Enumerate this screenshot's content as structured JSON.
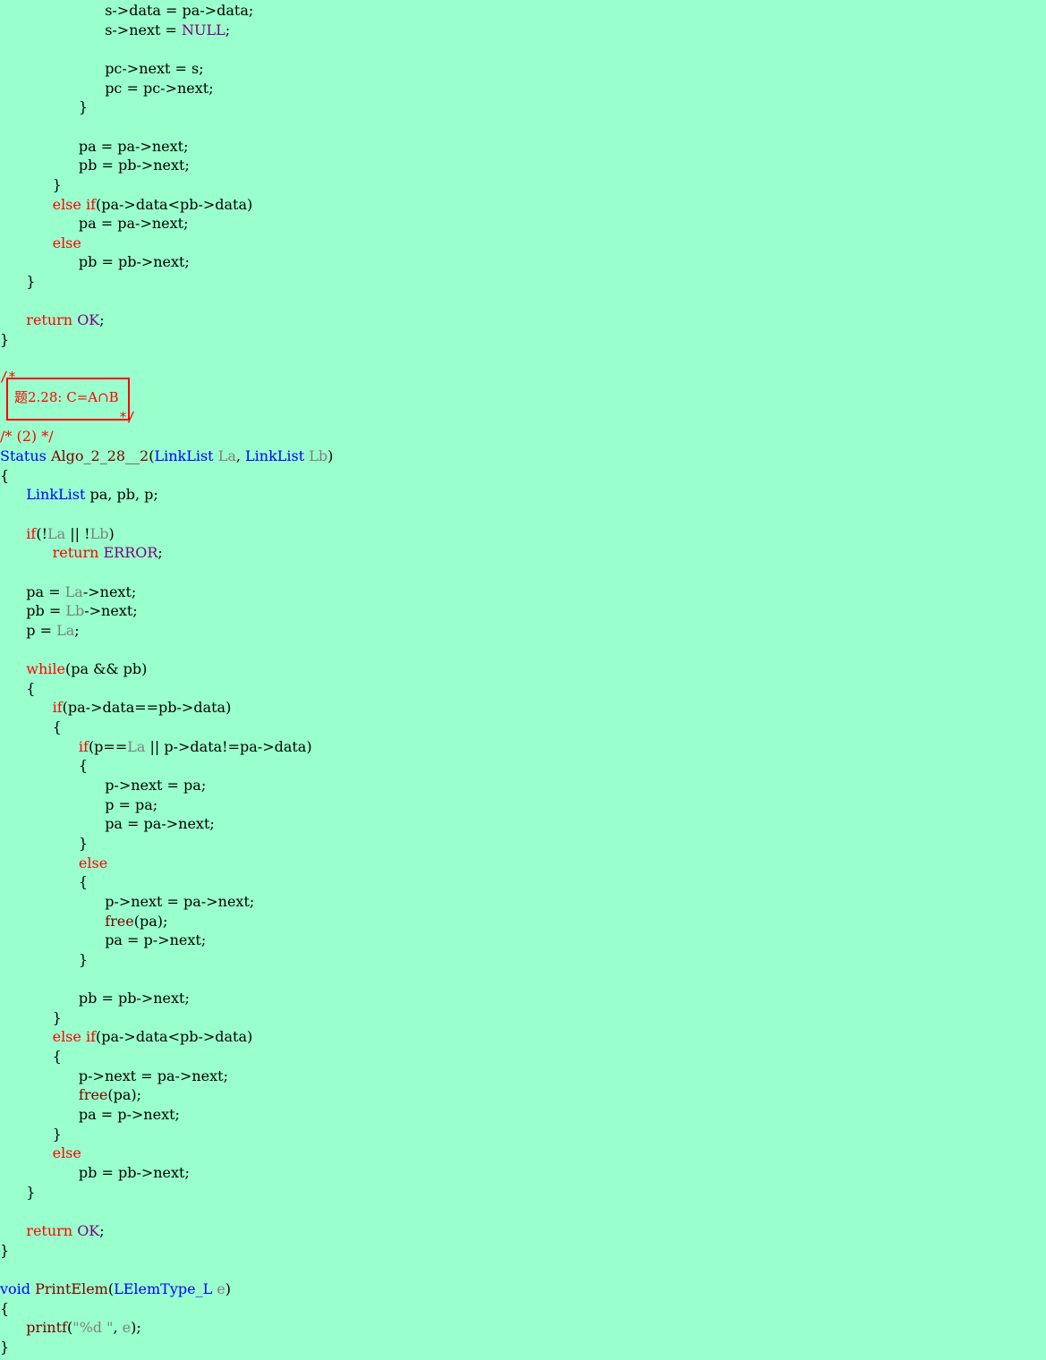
{
  "editor": {
    "background": "#99ffcc",
    "colors": {
      "keyword": "#ff0000",
      "type": "#0000ff",
      "constant": "#800080",
      "parameter": "#808080",
      "comment": "#ff0000"
    },
    "box_comment": {
      "start": "/*",
      "end": "*/",
      "text": "题2.28: C=A∩B"
    },
    "lines": [
      {
        "i": 0,
        "indent": 4,
        "t": [
          [
            "id",
            "s->data = pa->data;"
          ]
        ]
      },
      {
        "i": 1,
        "indent": 4,
        "t": [
          [
            "id",
            "s->next = "
          ],
          [
            "const",
            "NULL"
          ],
          [
            "id",
            ";"
          ]
        ]
      },
      {
        "i": 3,
        "indent": 4,
        "t": [
          [
            "id",
            "pc->next = s;"
          ]
        ]
      },
      {
        "i": 4,
        "indent": 4,
        "t": [
          [
            "id",
            "pc = pc->next;"
          ]
        ]
      },
      {
        "i": 5,
        "indent": 3,
        "t": [
          [
            "id",
            "}"
          ]
        ]
      },
      {
        "i": 7,
        "indent": 3,
        "t": [
          [
            "id",
            "pa = pa->next;"
          ]
        ]
      },
      {
        "i": 8,
        "indent": 3,
        "t": [
          [
            "id",
            "pb = pb->next;"
          ]
        ]
      },
      {
        "i": 9,
        "indent": 2,
        "t": [
          [
            "id",
            "}"
          ]
        ]
      },
      {
        "i": 10,
        "indent": 2,
        "t": [
          [
            "kw",
            "else if"
          ],
          [
            "id",
            "(pa->data<pb->data)"
          ]
        ]
      },
      {
        "i": 11,
        "indent": 3,
        "t": [
          [
            "id",
            "pa = pa->next;"
          ]
        ]
      },
      {
        "i": 12,
        "indent": 2,
        "t": [
          [
            "kw",
            "else"
          ]
        ]
      },
      {
        "i": 13,
        "indent": 3,
        "t": [
          [
            "id",
            "pb = pb->next;"
          ]
        ]
      },
      {
        "i": 14,
        "indent": 1,
        "t": [
          [
            "id",
            "}"
          ]
        ]
      },
      {
        "i": 16,
        "indent": 1,
        "t": [
          [
            "kw",
            "return "
          ],
          [
            "const",
            "OK"
          ],
          [
            "id",
            ";"
          ]
        ]
      },
      {
        "i": 17,
        "indent": 0,
        "t": [
          [
            "id",
            "}"
          ]
        ]
      },
      {
        "i": 22,
        "indent": 0,
        "t": [
          [
            "cmt",
            "/* (2) */"
          ]
        ]
      },
      {
        "i": 23,
        "indent": 0,
        "t": [
          [
            "type",
            "Status "
          ],
          [
            "fn",
            "Algo_2_28__2"
          ],
          [
            "id",
            "("
          ],
          [
            "type",
            "LinkList "
          ],
          [
            "param",
            "La"
          ],
          [
            "id",
            ", "
          ],
          [
            "type",
            "LinkList "
          ],
          [
            "param",
            "Lb"
          ],
          [
            "id",
            ")"
          ]
        ]
      },
      {
        "i": 24,
        "indent": 0,
        "t": [
          [
            "id",
            "{"
          ]
        ]
      },
      {
        "i": 25,
        "indent": 1,
        "t": [
          [
            "type",
            "LinkList "
          ],
          [
            "id",
            "pa, pb, p;"
          ]
        ]
      },
      {
        "i": 27,
        "indent": 1,
        "t": [
          [
            "kw",
            "if"
          ],
          [
            "id",
            "(!"
          ],
          [
            "param",
            "La"
          ],
          [
            "id",
            " || !"
          ],
          [
            "param",
            "Lb"
          ],
          [
            "id",
            ")"
          ]
        ]
      },
      {
        "i": 28,
        "indent": 2,
        "t": [
          [
            "kw",
            "return "
          ],
          [
            "const",
            "ERROR"
          ],
          [
            "id",
            ";"
          ]
        ]
      },
      {
        "i": 30,
        "indent": 1,
        "t": [
          [
            "id",
            "pa = "
          ],
          [
            "param",
            "La"
          ],
          [
            "id",
            "->next;"
          ]
        ]
      },
      {
        "i": 31,
        "indent": 1,
        "t": [
          [
            "id",
            "pb = "
          ],
          [
            "param",
            "Lb"
          ],
          [
            "id",
            "->next;"
          ]
        ]
      },
      {
        "i": 32,
        "indent": 1,
        "t": [
          [
            "id",
            "p = "
          ],
          [
            "param",
            "La"
          ],
          [
            "id",
            ";"
          ]
        ]
      },
      {
        "i": 34,
        "indent": 1,
        "t": [
          [
            "kw",
            "while"
          ],
          [
            "id",
            "(pa && pb)"
          ]
        ]
      },
      {
        "i": 35,
        "indent": 1,
        "t": [
          [
            "id",
            "{"
          ]
        ]
      },
      {
        "i": 36,
        "indent": 2,
        "t": [
          [
            "kw",
            "if"
          ],
          [
            "id",
            "(pa->data==pb->data)"
          ]
        ]
      },
      {
        "i": 37,
        "indent": 2,
        "t": [
          [
            "id",
            "{"
          ]
        ]
      },
      {
        "i": 38,
        "indent": 3,
        "t": [
          [
            "kw",
            "if"
          ],
          [
            "id",
            "(p=="
          ],
          [
            "param",
            "La"
          ],
          [
            "id",
            " || p->data!=pa->data)"
          ]
        ]
      },
      {
        "i": 39,
        "indent": 3,
        "t": [
          [
            "id",
            "{"
          ]
        ]
      },
      {
        "i": 40,
        "indent": 4,
        "t": [
          [
            "id",
            "p->next = pa;"
          ]
        ]
      },
      {
        "i": 41,
        "indent": 4,
        "t": [
          [
            "id",
            "p = pa;"
          ]
        ]
      },
      {
        "i": 42,
        "indent": 4,
        "t": [
          [
            "id",
            "pa = pa->next;"
          ]
        ]
      },
      {
        "i": 43,
        "indent": 3,
        "t": [
          [
            "id",
            "}"
          ]
        ]
      },
      {
        "i": 44,
        "indent": 3,
        "t": [
          [
            "kw",
            "else"
          ]
        ]
      },
      {
        "i": 45,
        "indent": 3,
        "t": [
          [
            "id",
            "{"
          ]
        ]
      },
      {
        "i": 46,
        "indent": 4,
        "t": [
          [
            "id",
            "p->next = pa->next;"
          ]
        ]
      },
      {
        "i": 47,
        "indent": 4,
        "t": [
          [
            "fn",
            "free"
          ],
          [
            "id",
            "(pa);"
          ]
        ]
      },
      {
        "i": 48,
        "indent": 4,
        "t": [
          [
            "id",
            "pa = p->next;"
          ]
        ]
      },
      {
        "i": 49,
        "indent": 3,
        "t": [
          [
            "id",
            "}"
          ]
        ]
      },
      {
        "i": 51,
        "indent": 3,
        "t": [
          [
            "id",
            "pb = pb->next;"
          ]
        ]
      },
      {
        "i": 52,
        "indent": 2,
        "t": [
          [
            "id",
            "}"
          ]
        ]
      },
      {
        "i": 53,
        "indent": 2,
        "t": [
          [
            "kw",
            "else if"
          ],
          [
            "id",
            "(pa->data<pb->data)"
          ]
        ]
      },
      {
        "i": 54,
        "indent": 2,
        "t": [
          [
            "id",
            "{"
          ]
        ]
      },
      {
        "i": 55,
        "indent": 3,
        "t": [
          [
            "id",
            "p->next = pa->next;"
          ]
        ]
      },
      {
        "i": 56,
        "indent": 3,
        "t": [
          [
            "fn",
            "free"
          ],
          [
            "id",
            "(pa);"
          ]
        ]
      },
      {
        "i": 57,
        "indent": 3,
        "t": [
          [
            "id",
            "pa = p->next;"
          ]
        ]
      },
      {
        "i": 58,
        "indent": 2,
        "t": [
          [
            "id",
            "}"
          ]
        ]
      },
      {
        "i": 59,
        "indent": 2,
        "t": [
          [
            "kw",
            "else"
          ]
        ]
      },
      {
        "i": 60,
        "indent": 3,
        "t": [
          [
            "id",
            "pb = pb->next;"
          ]
        ]
      },
      {
        "i": 61,
        "indent": 1,
        "t": [
          [
            "id",
            "}"
          ]
        ]
      },
      {
        "i": 63,
        "indent": 1,
        "t": [
          [
            "kw",
            "return "
          ],
          [
            "const",
            "OK"
          ],
          [
            "id",
            ";"
          ]
        ]
      },
      {
        "i": 64,
        "indent": 0,
        "t": [
          [
            "id",
            "}"
          ]
        ]
      },
      {
        "i": 66,
        "indent": 0,
        "t": [
          [
            "type",
            "void "
          ],
          [
            "fn",
            "PrintElem"
          ],
          [
            "id",
            "("
          ],
          [
            "type",
            "LElemType_L "
          ],
          [
            "param",
            "e"
          ],
          [
            "id",
            ")"
          ]
        ]
      },
      {
        "i": 67,
        "indent": 0,
        "t": [
          [
            "id",
            "{"
          ]
        ]
      },
      {
        "i": 68,
        "indent": 1,
        "t": [
          [
            "fn",
            "printf"
          ],
          [
            "id",
            "("
          ],
          [
            "str",
            "\"%d \""
          ],
          [
            "id",
            ", "
          ],
          [
            "param",
            "e"
          ],
          [
            "id",
            ");"
          ]
        ]
      },
      {
        "i": 69,
        "indent": 0,
        "t": [
          [
            "id",
            "}"
          ]
        ]
      }
    ]
  }
}
